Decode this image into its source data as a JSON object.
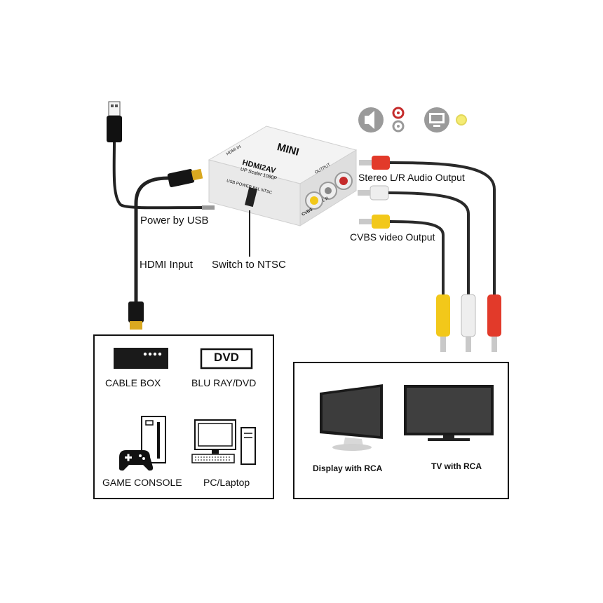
{
  "adapter": {
    "brand": "MINI",
    "model": "HDMI2AV",
    "subtitle": "UP Scaler 1080P",
    "switch_label": "USB POWER  PAL  NTSC",
    "side_left": "HDMI IN",
    "side_right": "OUTPUT",
    "cvbs_label": "CVBS",
    "lr_label": "L   R"
  },
  "callouts": {
    "power": "Power by USB",
    "hdmi": "HDMI Input",
    "switch": "Switch to NTSC",
    "audio": "Stereo L/R Audio Output",
    "video": "CVBS video Output"
  },
  "sources": {
    "dvd_badge": "DVD",
    "items": [
      {
        "label": "CABLE BOX",
        "icon": "cable-box-icon"
      },
      {
        "label": "BLU RAY/DVD",
        "icon": "dvd-player-icon"
      },
      {
        "label": "GAME CONSOLE",
        "icon": "game-console-icon"
      },
      {
        "label": "PC/Laptop",
        "icon": "pc-icon"
      }
    ]
  },
  "displays": {
    "items": [
      {
        "label": "Display with RCA",
        "icon": "monitor-icon"
      },
      {
        "label": "TV with RCA",
        "icon": "tv-icon"
      }
    ]
  },
  "status_icons": [
    "speaker-icon",
    "audio-jack-icon",
    "monitor-icon",
    "video-jack-icon"
  ],
  "colors": {
    "red": "#e23a2a",
    "white": "#eeeeee",
    "yellow": "#f2c81a",
    "cable": "#2a2a2a",
    "gold": "#d9a820"
  }
}
